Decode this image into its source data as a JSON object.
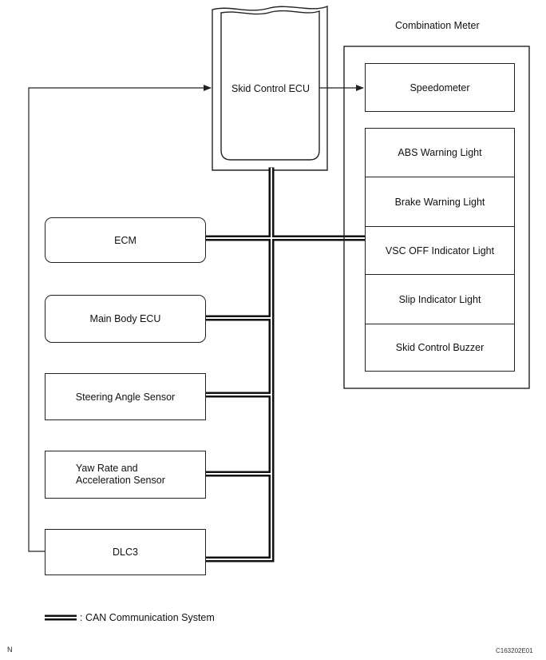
{
  "skid_control_ecu": "Skid Control ECU",
  "combination_meter": {
    "title": "Combination Meter",
    "speedometer": "Speedometer",
    "items": [
      "ABS Warning Light",
      "Brake Warning Light",
      "VSC OFF Indicator Light",
      "Slip Indicator Light",
      "Skid Control Buzzer"
    ]
  },
  "left_components": {
    "ecm": "ECM",
    "main_body_ecu": "Main Body ECU",
    "steering_angle_sensor": "Steering Angle Sensor",
    "yaw_rate_line1": "Yaw Rate and",
    "yaw_rate_line2": "Acceleration Sensor",
    "dlc3": "DLC3"
  },
  "legend": {
    "text": ": CAN Communication System"
  },
  "corner_left": "N",
  "figure_code": "C163202E01",
  "colors": {
    "line": "#222222",
    "background": "#ffffff"
  }
}
